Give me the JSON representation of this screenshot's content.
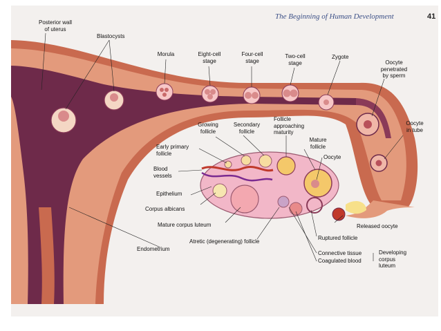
{
  "header": {
    "running_title": "The Beginning of Human Development",
    "page_number": "41"
  },
  "labels": {
    "posterior_wall_1": "Posterior wall",
    "posterior_wall_2": "of uterus",
    "blastocysts": "Blastocysts",
    "morula": "Morula",
    "eight_cell_1": "Eight-cell",
    "eight_cell_2": "stage",
    "four_cell_1": "Four-cell",
    "four_cell_2": "stage",
    "two_cell_1": "Two-cell",
    "two_cell_2": "stage",
    "zygote": "Zygote",
    "oocyte_penetrated_1": "Oocyte",
    "oocyte_penetrated_2": "penetrated",
    "oocyte_penetrated_3": "by sperm",
    "oocyte_in_tube_1": "Oocyte",
    "oocyte_in_tube_2": "in tube",
    "growing_follicle_1": "Growing",
    "growing_follicle_2": "follicle",
    "secondary_follicle_1": "Secondary",
    "secondary_follicle_2": "follicle",
    "follicle_approaching_1": "Follicle",
    "follicle_approaching_2": "approaching",
    "follicle_approaching_3": "maturity",
    "mature_follicle_1": "Mature",
    "mature_follicle_2": "follicle",
    "oocyte": "Oocyte",
    "early_primary_1": "Early primary",
    "early_primary_2": "follicle",
    "blood_vessels_1": "Blood",
    "blood_vessels_2": "vessels",
    "epithelium": "Epithelium",
    "corpus_albicans": "Corpus albicans",
    "mature_corpus_luteum": "Mature corpus luteum",
    "atretic_follicle": "Atretic (degenerating) follicle",
    "released_oocyte": "Released oocyte",
    "ruptured_follicle": "Ruptured follicle",
    "endometrium": "Endometrium",
    "connective_tissue": "Connective tissue",
    "coagulated_blood": "Coagulated blood",
    "developing_cl_1": "Developing",
    "developing_cl_2": "corpus",
    "developing_cl_3": "luteum"
  },
  "colors": {
    "uterus_outer": "#c96a4f",
    "uterus_wall": "#e39a7c",
    "endometrium": "#6e2a4a",
    "tube_lumen": "#8a3a58",
    "ovary": "#f2b7c8",
    "header_blue": "#3b4f86"
  }
}
